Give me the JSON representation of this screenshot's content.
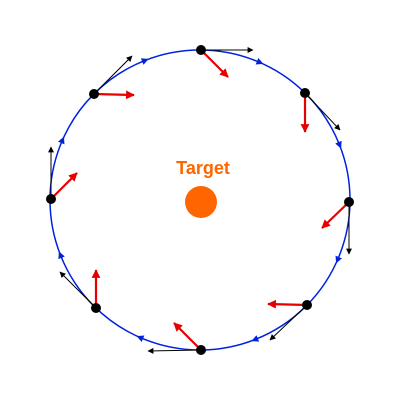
{
  "target": {
    "label": "Target",
    "color": "#ff6600"
  },
  "orbit": {
    "color": "#0022dd"
  },
  "arrows": {
    "tangent_color": "#000000",
    "pointing_color": "#e60000"
  },
  "agent_color": "#000000",
  "agents": [
    {
      "name": "agent-top"
    },
    {
      "name": "agent-upper-right"
    },
    {
      "name": "agent-right"
    },
    {
      "name": "agent-lower-right"
    },
    {
      "name": "agent-bottom"
    },
    {
      "name": "agent-lower-left"
    },
    {
      "name": "agent-left"
    },
    {
      "name": "agent-upper-left"
    }
  ]
}
